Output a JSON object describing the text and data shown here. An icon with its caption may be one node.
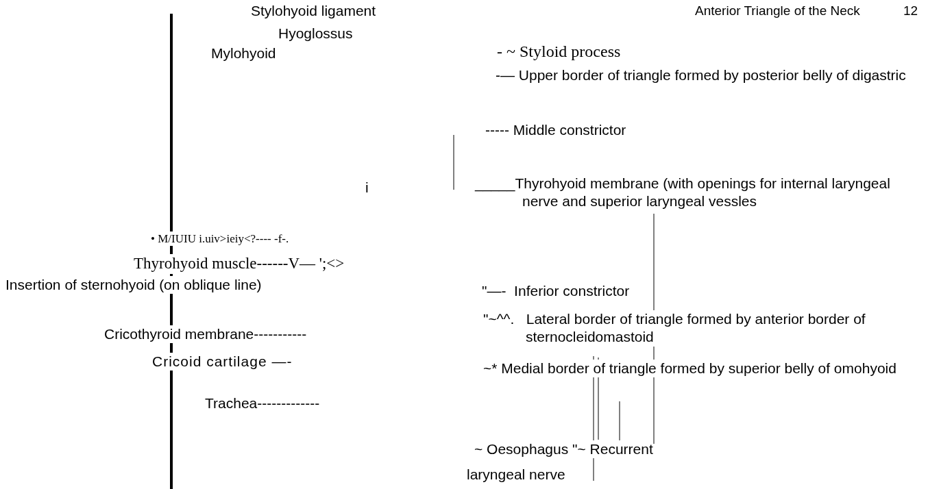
{
  "diagram": {
    "title": "Anterior Triangle of the Neck",
    "labels": [
      "12",
      "Stylohyoid ligament",
      "Hyoglossus",
      "- ~ Styloid process",
      "Mylohyoid",
      "-— Upper border of triangle formed by posterior belly of digastric",
      "----- Middle constrictor",
      "_____Thyrohyoid membrane (with openings for internal laryngeal nerve and superior laryngeal vessles",
      "i",
      "• M/IUIU i.uiv>ieiy<?---- -f-.",
      "Thyrohyoid muscle------V— ';<>",
      "Insertion of sternohyoid (on oblique line)",
      "\"—-  Inferior constrictor",
      "\"~^^.   Lateral border of triangle formed by anterior border of sternocleidomastoid",
      "Cricothyroid membrane-----------",
      "Cricoid cartilage —-",
      "~* Medial border of triangle formed by superior belly of omohyoid",
      "Trachea-------------",
      "~ Oesophagus \"~ Recurrent",
      "laryngeal nerve"
    ]
  }
}
